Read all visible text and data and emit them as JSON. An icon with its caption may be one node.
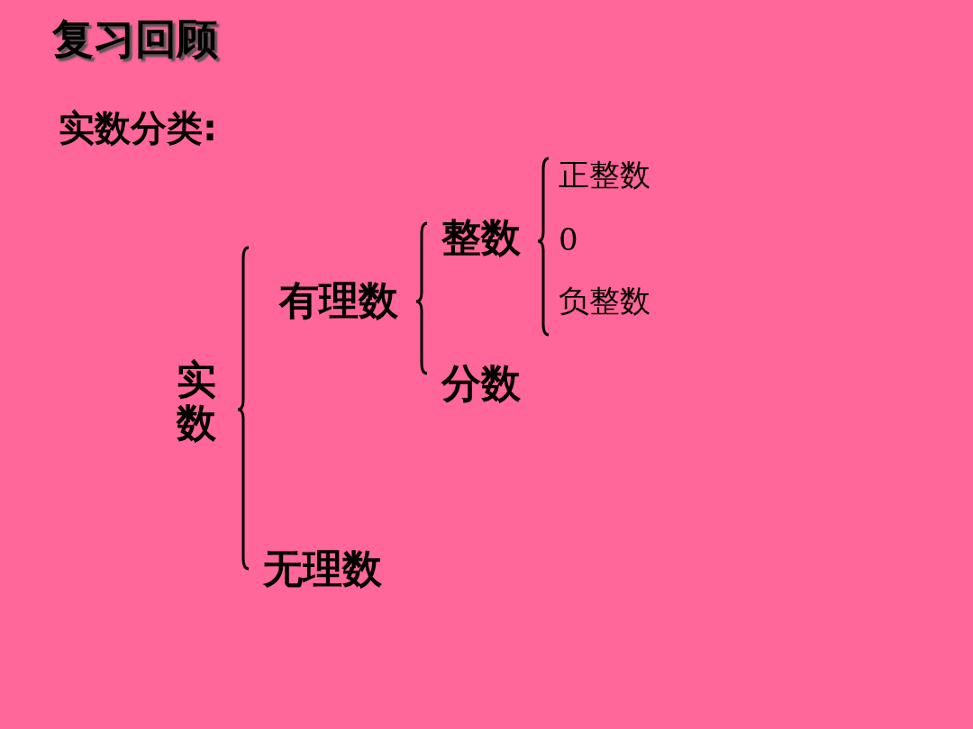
{
  "diagram": {
    "title": "复习回顾",
    "labels": [
      "实数分类:",
      "正整数",
      "整数",
      "0",
      "有理数",
      "负整数",
      "实数",
      "分数",
      "无理数"
    ]
  }
}
